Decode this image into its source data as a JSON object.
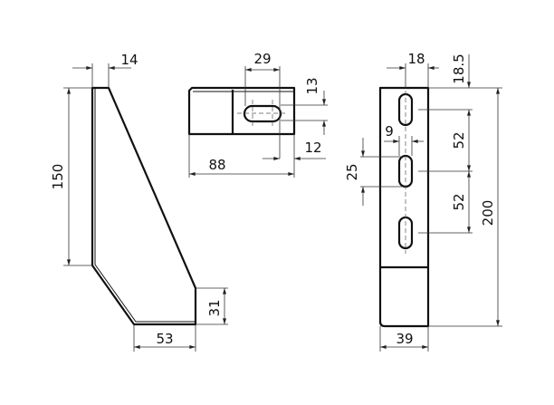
{
  "views": {
    "side": {
      "dim_thickness": "14",
      "dim_height": "150",
      "dim_foot_height": "31",
      "dim_foot_width": "53"
    },
    "top": {
      "dim_slot_length": "29",
      "dim_slot_width": "13",
      "dim_edge_offset": "12",
      "dim_length": "88"
    },
    "front": {
      "dim_slot_offset_x": "18",
      "dim_top_offset": "18.5",
      "dim_pitch_1": "52",
      "dim_pitch_2": "52",
      "dim_total_height": "200",
      "dim_slot_width": "9",
      "dim_slot_length": "25",
      "dim_width": "39"
    }
  }
}
